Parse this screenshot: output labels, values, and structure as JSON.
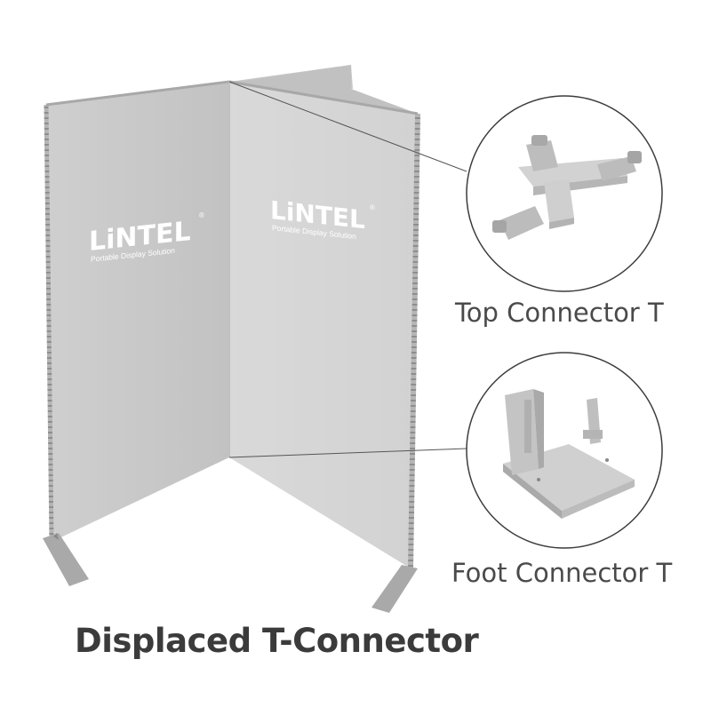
{
  "brand": {
    "logo_text": "LiNTEL",
    "registered_mark": "®",
    "tagline": "Portable Display Solution"
  },
  "callouts": {
    "top_label": "Top Connector T",
    "foot_label": "Foot Connector T"
  },
  "title": "Displaced T-Connector",
  "colors": {
    "panel_left": "#cdcdcd",
    "panel_right": "#d7d7d7",
    "panel_back": "#c4c4c4",
    "frame": "#9c9c9c",
    "text": "#4a4a4a"
  }
}
